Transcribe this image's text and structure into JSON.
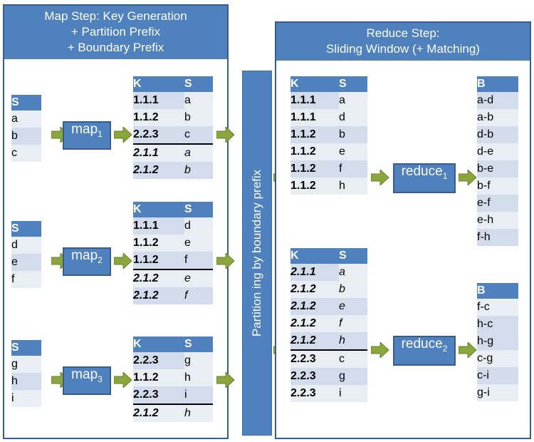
{
  "colors": {
    "header_blue": "#4e81bd",
    "border_blue": "#385d8a",
    "row_dark": "#d3dced",
    "row_light": "#e9edf4",
    "arrow_green": "#8aa63c",
    "text": "#000000"
  },
  "map_panel": {
    "title_lines": [
      "Map Step: Key Generation",
      "+ Partition Prefix",
      "+ Boundary Prefix"
    ],
    "inputs": [
      {
        "header": "S",
        "rows": [
          "a",
          "b",
          "c"
        ]
      },
      {
        "header": "S",
        "rows": [
          "d",
          "e",
          "f"
        ]
      },
      {
        "header": "S",
        "rows": [
          "g",
          "h",
          "i"
        ]
      }
    ],
    "mappers": [
      {
        "name": "map",
        "index": "1"
      },
      {
        "name": "map",
        "index": "2"
      },
      {
        "name": "map",
        "index": "3"
      }
    ],
    "outputs": [
      {
        "headers": [
          "K",
          "S"
        ],
        "rows": [
          {
            "k": "1.1.1",
            "s": "a",
            "style": "bold"
          },
          {
            "k": "1.1.2",
            "s": "b",
            "style": "bold"
          },
          {
            "k": "2.2.3",
            "s": "c",
            "style": "bold"
          },
          {
            "k": "2.1.1",
            "s": "a",
            "style": "italic",
            "separator": true
          },
          {
            "k": "2.1.2",
            "s": "b",
            "style": "italic"
          }
        ]
      },
      {
        "headers": [
          "K",
          "S"
        ],
        "rows": [
          {
            "k": "1.1.1",
            "s": "d",
            "style": "bold"
          },
          {
            "k": "1.1.2",
            "s": "e",
            "style": "bold"
          },
          {
            "k": "1.1.2",
            "s": "f",
            "style": "bold"
          },
          {
            "k": "2.1.2",
            "s": "e",
            "style": "italic",
            "separator": true
          },
          {
            "k": "2.1.2",
            "s": "f",
            "style": "italic"
          }
        ]
      },
      {
        "headers": [
          "K",
          "S"
        ],
        "rows": [
          {
            "k": "2.2.3",
            "s": "g",
            "style": "bold"
          },
          {
            "k": "1.1.2",
            "s": "h",
            "style": "bold"
          },
          {
            "k": "2.2.3",
            "s": "i",
            "style": "bold"
          },
          {
            "k": "2.1.2",
            "s": "h",
            "style": "italic",
            "separator": true
          }
        ]
      }
    ]
  },
  "partition": {
    "label": "Partition ing by boundary prefix"
  },
  "reduce_panel": {
    "title_lines": [
      "Reduce Step:",
      "Sliding Window (+ Matching)"
    ],
    "inputs": [
      {
        "headers": [
          "K",
          "S"
        ],
        "rows": [
          {
            "k": "1.1.1",
            "s": "a",
            "style": "bold"
          },
          {
            "k": "1.1.1",
            "s": "d",
            "style": "bold"
          },
          {
            "k": "1.1.2",
            "s": "b",
            "style": "bold"
          },
          {
            "k": "1.1.2",
            "s": "e",
            "style": "bold"
          },
          {
            "k": "1.1.2",
            "s": "f",
            "style": "bold"
          },
          {
            "k": "1.1.2",
            "s": "h",
            "style": "bold"
          }
        ]
      },
      {
        "headers": [
          "K",
          "S"
        ],
        "rows": [
          {
            "k": "2.1.1",
            "s": "a",
            "style": "italic"
          },
          {
            "k": "2.1.2",
            "s": "b",
            "style": "italic"
          },
          {
            "k": "2.1.2",
            "s": "e",
            "style": "italic"
          },
          {
            "k": "2.1.2",
            "s": "f",
            "style": "italic"
          },
          {
            "k": "2.1.2",
            "s": "h",
            "style": "italic"
          },
          {
            "k": "2.2.3",
            "s": "c",
            "style": "bold",
            "separator": true
          },
          {
            "k": "2.2.3",
            "s": "g",
            "style": "bold"
          },
          {
            "k": "2.2.3",
            "s": "i",
            "style": "bold"
          }
        ]
      }
    ],
    "reducers": [
      {
        "name": "reduce",
        "index": "1"
      },
      {
        "name": "reduce",
        "index": "2"
      }
    ],
    "outputs": [
      {
        "header": "B",
        "rows": [
          "a-d",
          "a-b",
          "d-b",
          "d-e",
          "b-e",
          "b-f",
          "e-f",
          "e-h",
          "f-h"
        ]
      },
      {
        "header": "B",
        "rows": [
          "f-c",
          "h-c",
          "h-g",
          "c-g",
          "c-i",
          "g-i"
        ]
      }
    ]
  }
}
